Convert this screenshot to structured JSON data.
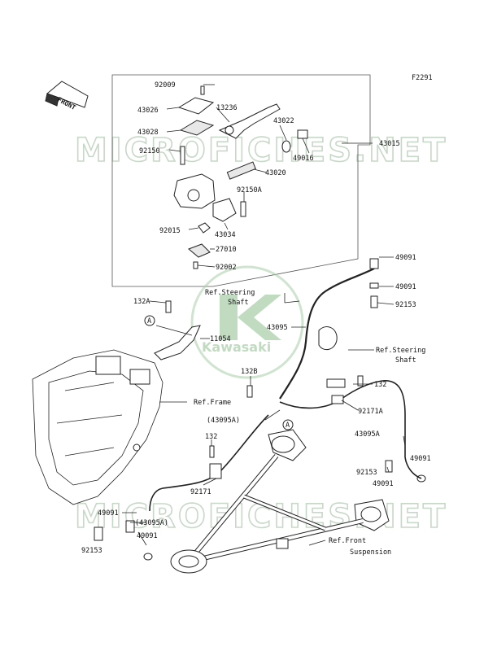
{
  "diagram_code": "F2291",
  "front_label": "FRONT",
  "watermark": "MICROFICHES.NET",
  "logo_text": "Kawasaki",
  "callout_letter": "A",
  "parts": {
    "p92009": "92009",
    "p43026": "43026",
    "p13236": "13236",
    "p43022": "43022",
    "p43028": "43028",
    "p92150": "92150",
    "p49016": "49016",
    "p43015": "43015",
    "p43020": "43020",
    "p92150A": "92150A",
    "p92015": "92015",
    "p43034": "43034",
    "p27010": "27010",
    "p92002": "92002",
    "p49091a": "49091",
    "p49091b": "49091",
    "p92153a": "92153",
    "p132A": "132A",
    "p43095": "43095",
    "p11054": "11054",
    "p132B": "132B",
    "p132a": "132",
    "p92171A": "92171A",
    "p43095Ap": "(43095A)",
    "p43095A": "43095A",
    "p132b": "132",
    "p92153b": "92153",
    "p49091c": "49091",
    "p49091d": "49091",
    "p92171": "92171",
    "p49091e": "49091",
    "p43095Ap2": "(43095A)",
    "p92153c": "92153",
    "p49091f": "49091"
  },
  "refs": {
    "steering_shaft_1": [
      "Ref.Steering",
      "Shaft"
    ],
    "steering_shaft_2": [
      "Ref.Steering",
      "Shaft"
    ],
    "frame": "Ref.Frame",
    "front_suspension": [
      "Ref.Front",
      "Suspension"
    ]
  }
}
